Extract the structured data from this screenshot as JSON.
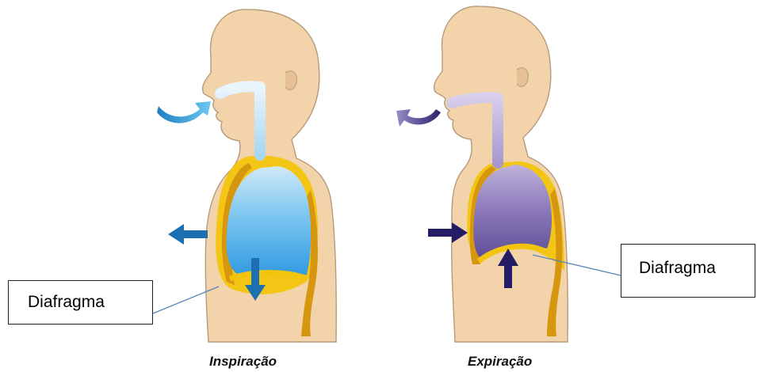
{
  "panels": [
    {
      "caption": "Inspiração",
      "phase": "inhale",
      "diaphragm_movement": "down",
      "ribcage_movement": "out",
      "air_direction": "in"
    },
    {
      "caption": "Expiração",
      "phase": "exhale",
      "diaphragm_movement": "up",
      "ribcage_movement": "in",
      "air_direction": "out"
    }
  ],
  "callouts": [
    {
      "label": "Diafragma",
      "target": "diaphragm-inspiracao"
    },
    {
      "label": "Diafragma",
      "target": "diaphragm-expiracao"
    }
  ],
  "colors": {
    "skin": "#f2d3aa",
    "skin_outline": "#b69a7c",
    "pleura": "#f2c40c",
    "ribs": "#d6960e",
    "lung_inhale": "#53b2ea",
    "lung_exhale": "#8a78b8",
    "arrow_inhale": "#1e6fb0",
    "arrow_exhale": "#241d66"
  }
}
